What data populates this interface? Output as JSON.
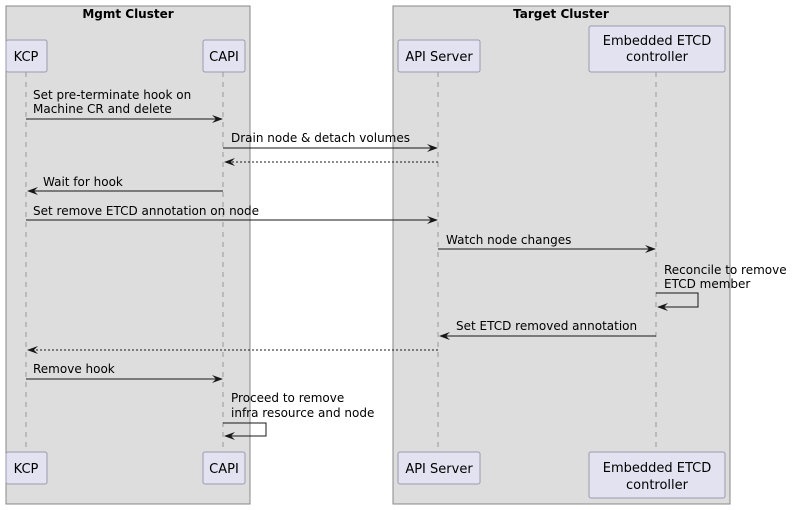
{
  "groups": [
    {
      "id": "mgmt",
      "title": "Mgmt Cluster"
    },
    {
      "id": "target",
      "title": "Target Cluster"
    }
  ],
  "participants": [
    {
      "id": "kcp",
      "lines": [
        "KCP"
      ]
    },
    {
      "id": "capi",
      "lines": [
        "CAPI"
      ]
    },
    {
      "id": "api",
      "lines": [
        "API Server"
      ]
    },
    {
      "id": "etcd",
      "lines": [
        "Embedded ETCD",
        "controller"
      ]
    }
  ],
  "messages": [
    {
      "from": "kcp",
      "to": "capi",
      "lines": [
        "Set pre-terminate hook on",
        "Machine CR and delete"
      ],
      "style": "solid"
    },
    {
      "from": "capi",
      "to": "api",
      "lines": [
        "Drain node & detach volumes"
      ],
      "style": "solid"
    },
    {
      "from": "api",
      "to": "capi",
      "lines": [],
      "style": "dashed"
    },
    {
      "from": "capi",
      "to": "kcp",
      "lines": [
        "Wait for hook"
      ],
      "style": "solid"
    },
    {
      "from": "kcp",
      "to": "api",
      "lines": [
        "Set remove ETCD annotation on node"
      ],
      "style": "solid"
    },
    {
      "from": "api",
      "to": "etcd",
      "lines": [
        "Watch node changes"
      ],
      "style": "solid"
    },
    {
      "from": "etcd",
      "to": "etcd",
      "lines": [
        "Reconcile to remove",
        "ETCD member"
      ],
      "style": "solid"
    },
    {
      "from": "etcd",
      "to": "api",
      "lines": [
        "Set ETCD removed annotation"
      ],
      "style": "solid"
    },
    {
      "from": "api",
      "to": "kcp",
      "lines": [],
      "style": "dashed"
    },
    {
      "from": "kcp",
      "to": "capi",
      "lines": [
        "Remove hook"
      ],
      "style": "solid"
    },
    {
      "from": "capi",
      "to": "capi",
      "lines": [
        "Proceed to remove",
        "infra resource and node"
      ],
      "style": "solid"
    }
  ]
}
